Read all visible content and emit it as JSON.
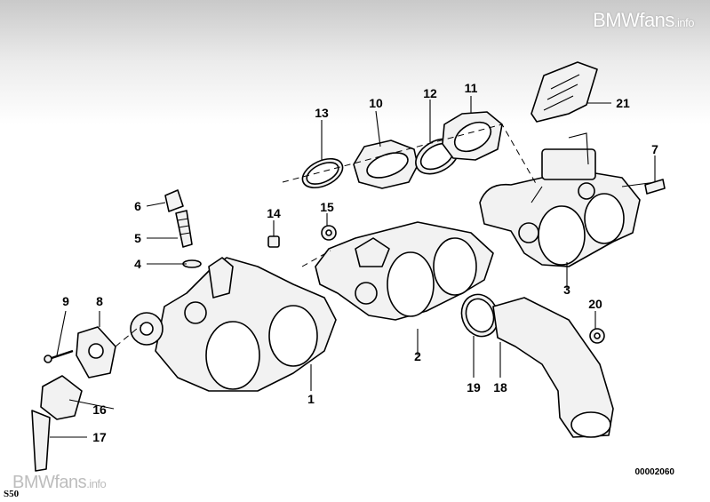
{
  "watermark_top": {
    "brand": "BMWfans",
    "suffix": ".info"
  },
  "watermark_bottom": {
    "brand": "BMWfans",
    "suffix": ".info"
  },
  "diagram_code": "00002060",
  "corner_label": "S50",
  "callouts": [
    "1",
    "2",
    "3",
    "4",
    "5",
    "6",
    "7",
    "8",
    "9",
    "10",
    "11",
    "12",
    "13",
    "14",
    "15",
    "16",
    "17",
    "18",
    "19",
    "20",
    "21"
  ]
}
